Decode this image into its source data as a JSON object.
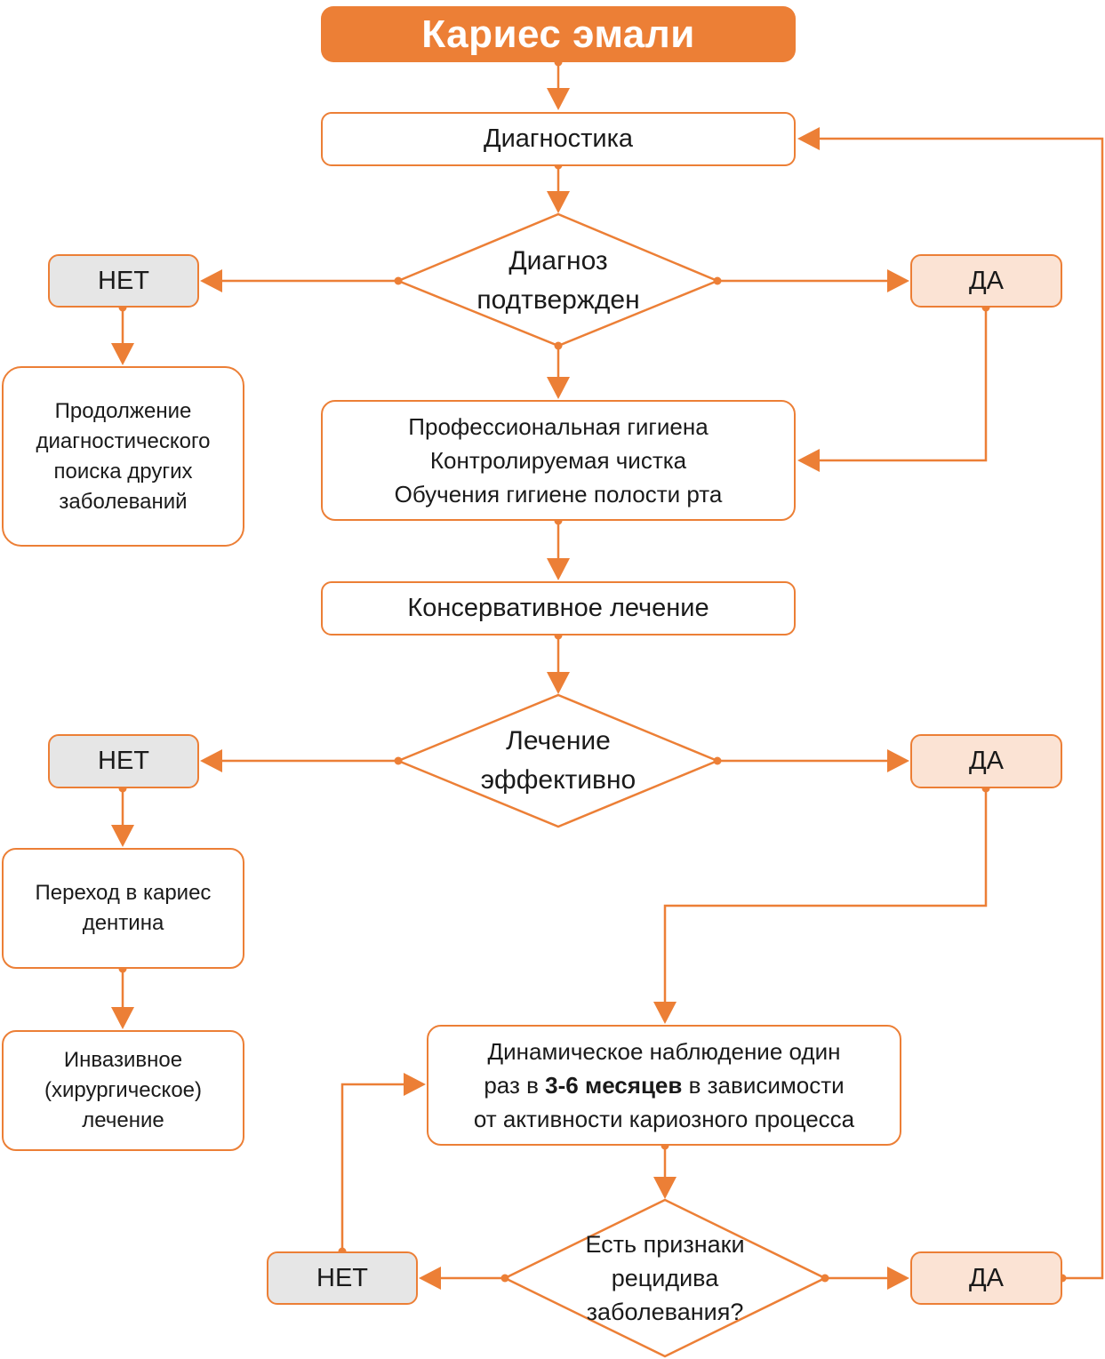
{
  "title": "Кариес эмали",
  "nodes": {
    "diagnostics": "Диагностика",
    "decision1": {
      "line1": "Диагноз",
      "line2": "подтвержден"
    },
    "no": "НЕТ",
    "yes": "ДА",
    "continue_search": {
      "line1": "Продолжение",
      "line2": "диагностического",
      "line3": "поиска других",
      "line4": "заболеваний"
    },
    "hygiene": {
      "line1": "Профессиональная гигиена",
      "line2": "Контролируемая чистка",
      "line3": "Обучения гигиене полости рта"
    },
    "conservative": "Консервативное лечение",
    "decision2": {
      "line1": "Лечение",
      "line2": "эффективно"
    },
    "dentin": {
      "line1": "Переход в кариес",
      "line2": "дентина"
    },
    "invasive": {
      "line1": "Инвазивное",
      "line2": "(хирургическое)",
      "line3": "лечение"
    },
    "observation": {
      "line1": "Динамическое наблюдение один",
      "line2_pre": "раз в ",
      "line2_bold": "3-6 месяцев",
      "line2_post": " в зависимости",
      "line3": "от активности кариозного процесса"
    },
    "decision3": {
      "line1": "Есть признаки",
      "line2": "рецидива",
      "line3": "заболевания?"
    }
  },
  "colors": {
    "accent": "#ec7f36",
    "no_fill": "#e6e6e6",
    "yes_fill": "#fbe3d4"
  }
}
